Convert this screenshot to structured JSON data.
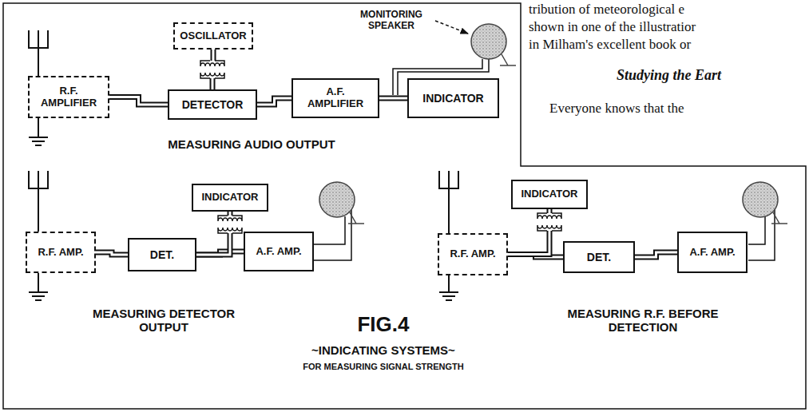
{
  "diagram": {
    "nodes": [
      {
        "text": [
          "R.F. AMPLIFIER"
        ]
      },
      {
        "text": [
          "OSCILLATOR"
        ]
      },
      {
        "text": [
          "DETECTOR"
        ]
      },
      {
        "text": [
          "A.F. AMPLIFIER"
        ]
      },
      {
        "text": [
          "INDICATOR"
        ]
      },
      {
        "text": [
          "INDICATOR"
        ]
      },
      {
        "text": [
          "R.F. AMP."
        ]
      },
      {
        "text": [
          "DET."
        ]
      },
      {
        "text": [
          "A.F. AMP."
        ]
      },
      {
        "text": [
          "INDICATOR"
        ]
      },
      {
        "text": [
          "R.F. AMP."
        ]
      },
      {
        "text": [
          "DET."
        ]
      },
      {
        "text": [
          "A.F. AMP."
        ]
      }
    ],
    "edges": [
      {
        "from": 0,
        "to": 2,
        "arrow": "none"
      },
      {
        "from": 1,
        "to": 2,
        "arrow": "none"
      },
      {
        "from": 2,
        "to": 3,
        "arrow": "none"
      },
      {
        "from": 3,
        "to": 4,
        "arrow": "none"
      },
      {
        "from": 6,
        "to": 7,
        "arrow": "none"
      },
      {
        "from": 7,
        "to": 8,
        "arrow": "none"
      },
      {
        "from": 5,
        "to": 7,
        "arrow": "none"
      },
      {
        "from": 10,
        "to": 11,
        "arrow": "none"
      },
      {
        "from": 11,
        "to": 12,
        "arrow": "none"
      },
      {
        "from": 9,
        "to": 10,
        "arrow": "none"
      }
    ],
    "labels": [
      "MONITORING SPEAKER",
      "MEASURING AUDIO OUTPUT",
      "MEASURING DETECTOR OUTPUT",
      "FIG.4",
      "MEASURING R.F. BEFORE DETECTION",
      "~INDICATING SYSTEMS~",
      "FOR MEASURING SIGNAL STRENGTH",
      "tribution of meteorological e",
      "shown in one of the illustratior",
      "in Milham's excellent book or",
      "Studying the Eart",
      "Everyone knows that the"
    ]
  }
}
